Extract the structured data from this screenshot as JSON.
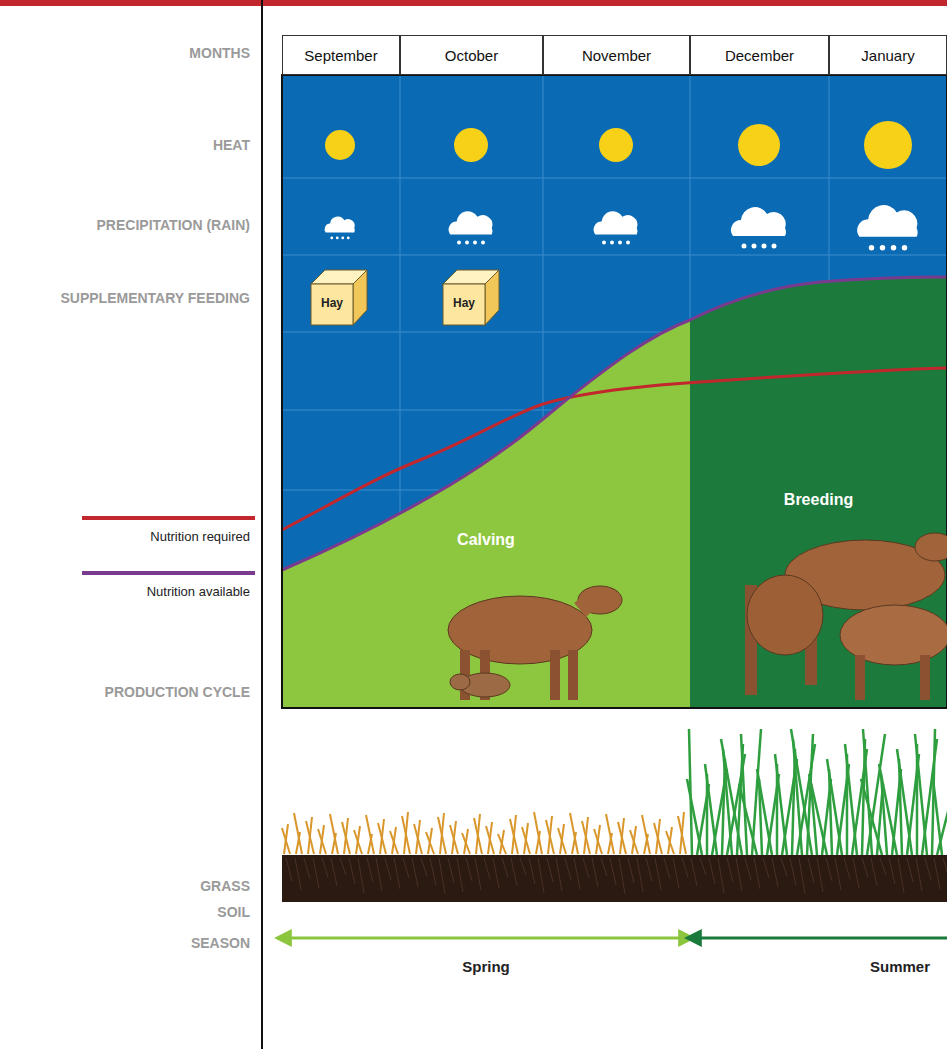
{
  "diagram": {
    "nodes": [
      {
        "text": [
          "September"
        ]
      },
      {
        "text": [
          "October"
        ]
      },
      {
        "text": [
          "November"
        ]
      },
      {
        "text": [
          "December"
        ]
      },
      {
        "text": [
          "January"
        ]
      },
      {
        "text": [
          "Hay"
        ]
      },
      {
        "text": [
          "Hay"
        ]
      },
      {
        "text": [
          "Calving"
        ]
      },
      {
        "text": [
          "Breeding"
        ]
      }
    ],
    "labels": [
      "MONTHS",
      "HEAT",
      "PRECIPITATION (RAIN)",
      "SUPPLEMENTARY FEEDING",
      "PRODUCTION CYCLE",
      "GRASS",
      "SOIL",
      "SEASON",
      "Spring",
      "Summer"
    ],
    "legend": [
      {
        "text": "Nutrition required"
      },
      {
        "text": "Nutrition available"
      }
    ]
  }
}
